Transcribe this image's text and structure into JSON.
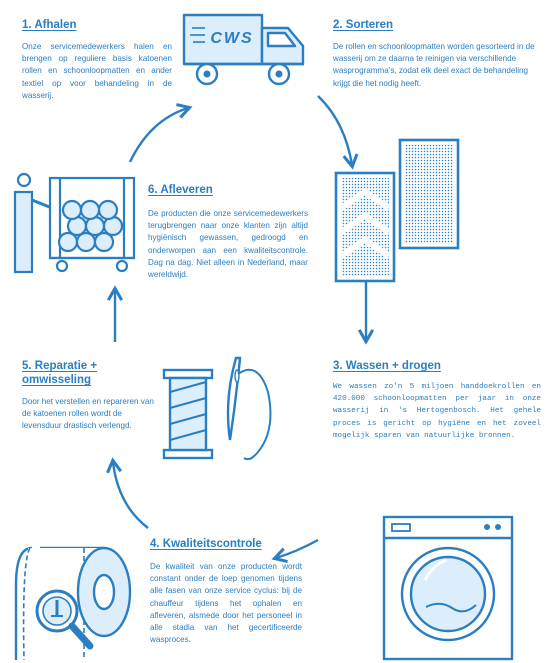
{
  "colors": {
    "primary": "#2a7ec2",
    "light": "#dceefb",
    "background": "#ffffff"
  },
  "truck": {
    "logo_text": "CWS"
  },
  "steps": [
    {
      "title": "1. Afhalen",
      "text": "Onze servicemedewerkers halen en brengen op reguliere basis katoenen rollen en schoonloopmatten en ander textiel op voor behandeling in de wasserij.",
      "icon": "delivery-truck-icon"
    },
    {
      "title": "2. Sorteren",
      "text": "De rollen en schoonloopmatten worden gesorteerd in de wasserij om ze daarna te reinigen via verschillende wasprogramma's, zodat elk deel exact de behandeling krijgt die het nodig heeft.",
      "icon": "mats-icon"
    },
    {
      "title": "3. Wassen + drogen",
      "text": "We wassen zo'n 5 miljoen handdoekrollen en 420.000 schoonloopmatten per jaar in onze wasserij in 's Hertogenbosch. Het gehele proces is gericht op hygiëne en het zoveel mogelijk sparen van natuurlijke bronnen.",
      "icon": "washing-machine-icon"
    },
    {
      "title": "4. Kwaliteitscontrole",
      "text": "De kwaliteit van onze producten wordt constant onder de loep genomen tijdens alle fasen van onze service cyclus: bij de chauffeur tijdens het ophalen en afleveren, alsmede door het personeel in alle stadia van het gecertificeerde wasproces.",
      "icon": "magnifier-roll-icon"
    },
    {
      "title": "5. Reparatie +\nomwisseling",
      "text": "Door het verstellen en repareren van de katoenen rollen wordt de levensduur drastisch verlengd.",
      "icon": "thread-needle-icon"
    },
    {
      "title": "6. Afleveren",
      "text": "De producten die onze servicemedewerkers terugbrengen naar onze klanten zijn altijd hygiënisch gewassen, gedroogd en onderworpen aan een kwaliteitscontrole. Dag na dag. Niet alleen in Nederland, maar wereldwijd.",
      "icon": "cart-with-rolls-icon"
    }
  ]
}
